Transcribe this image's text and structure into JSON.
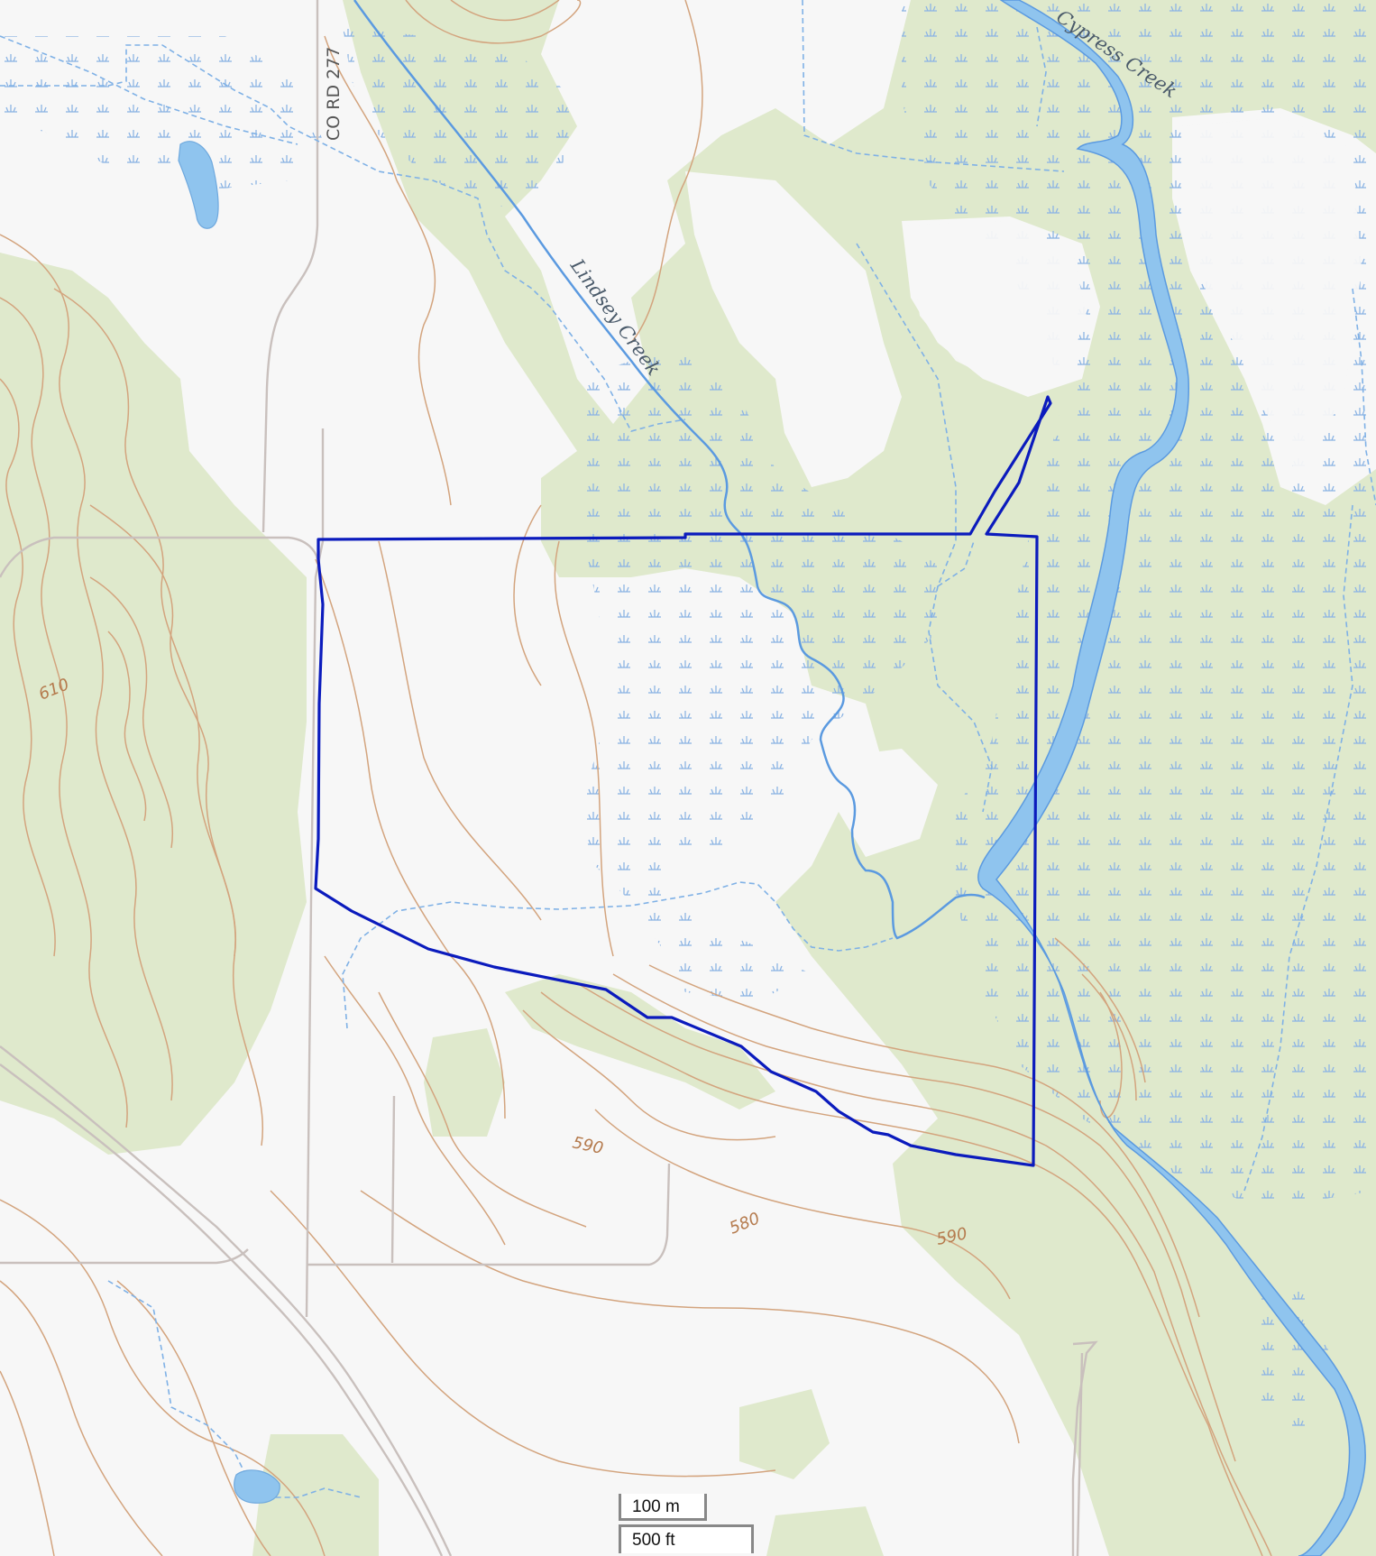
{
  "map": {
    "road_label": "CO RD 277",
    "creeks": [
      {
        "name": "Lindsey Creek"
      },
      {
        "name": "Cypress Creek"
      }
    ],
    "contour_labels": [
      "610",
      "590",
      "580",
      "590"
    ],
    "colors": {
      "background": "#f7f7f7",
      "vegetation": "#dfe9cc",
      "water": "#8fc4ee",
      "water_line": "#5b9ae0",
      "contour": "#d3a47e",
      "road": "#c9c0bd",
      "boundary": "#0b1bbd",
      "marsh_symbol": "#8cb4e4"
    }
  },
  "scale": {
    "metric": "100 m",
    "imperial": "500 ft"
  }
}
